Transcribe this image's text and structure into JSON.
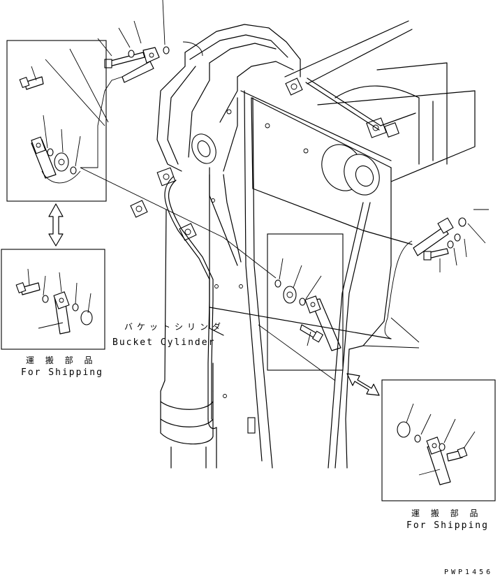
{
  "labels": {
    "bucket_cylinder_jp": "バケットシリンダ",
    "bucket_cylinder_en": "Bucket Cylinder",
    "shipping_jp_left": "運 搬 部 品",
    "shipping_en_left": "For Shipping",
    "shipping_jp_right": "運 搬 部 品",
    "shipping_en_right": "For Shipping",
    "drawing_code": "PWP1456"
  },
  "icons": {
    "left_swap": "double-arrow-vertical-icon",
    "right_swap": "double-arrow-diagonal-icon"
  }
}
